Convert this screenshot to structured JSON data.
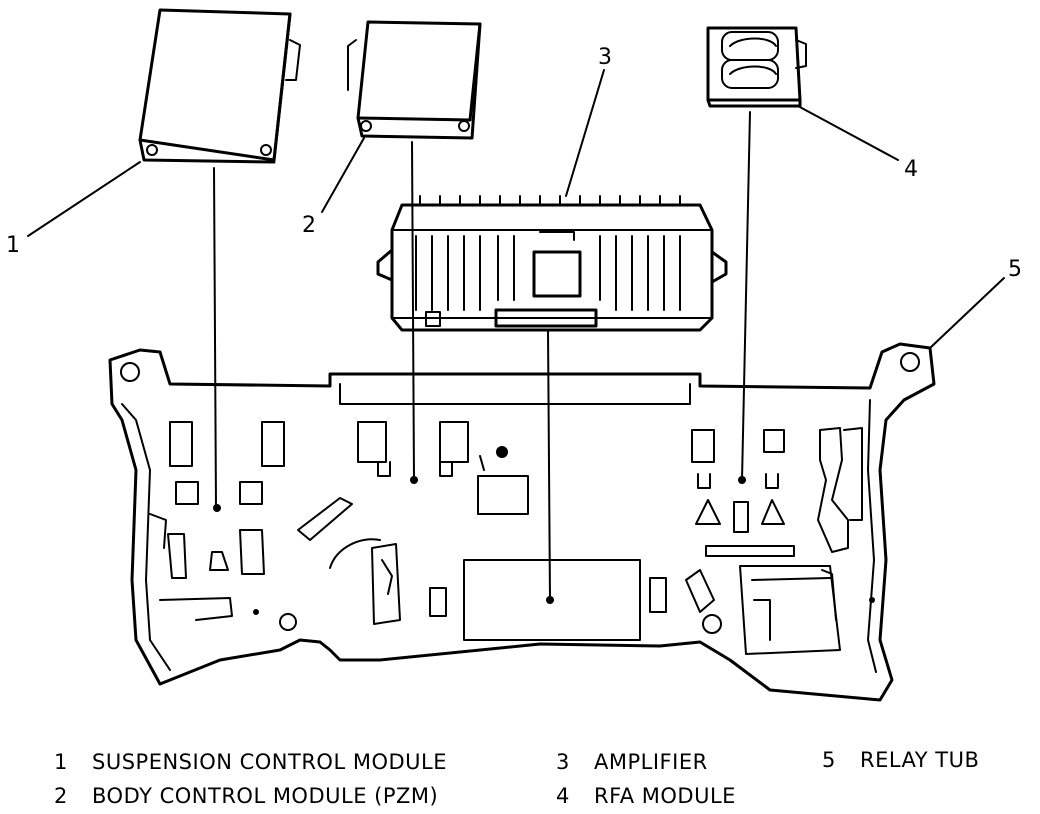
{
  "callouts": {
    "c1": "1",
    "c2": "2",
    "c3": "3",
    "c4": "4",
    "c5": "5"
  },
  "legend": [
    {
      "num": "1",
      "label": "SUSPENSION CONTROL MODULE"
    },
    {
      "num": "2",
      "label": "BODY CONTROL MODULE (PZM)"
    },
    {
      "num": "3",
      "label": "AMPLIFIER"
    },
    {
      "num": "4",
      "label": "RFA MODULE"
    },
    {
      "num": "5",
      "label": "RELAY TUB"
    }
  ]
}
